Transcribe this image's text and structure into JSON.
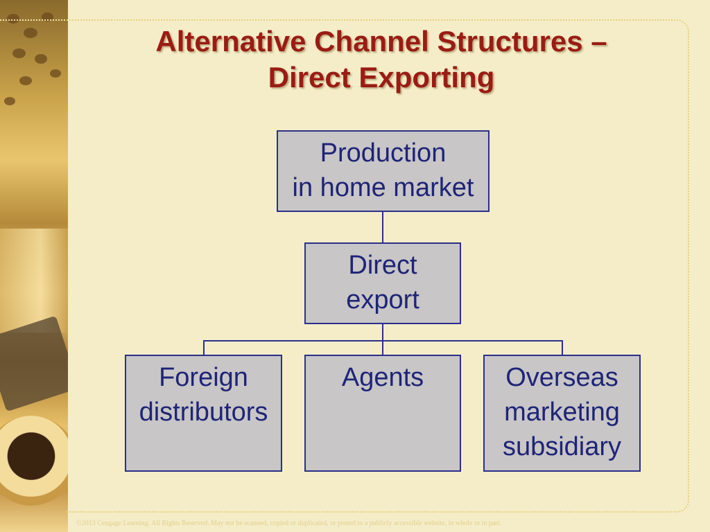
{
  "slide": {
    "title_line1": "Alternative Channel Structures –",
    "title_line2": "Direct Exporting",
    "footer": "©2013 Cengage Learning. All Rights Reserved. May not be scanned, copied or duplicated, or posted to a publicly accessible website, in whole or in part."
  },
  "diagram": {
    "root": {
      "lines": [
        "Production",
        "in home market"
      ]
    },
    "middle": {
      "lines": [
        "Direct",
        "export"
      ]
    },
    "children": [
      {
        "lines": [
          "Foreign",
          "distributors"
        ]
      },
      {
        "lines": [
          "Agents"
        ]
      },
      {
        "lines": [
          "Overseas",
          "marketing",
          "subsidiary"
        ]
      }
    ]
  },
  "colors": {
    "background": "#f4edc8",
    "title": "#9a1c14",
    "box_fill": "#c8c6c6",
    "box_border": "#2a2f8a",
    "box_text": "#1e2478"
  }
}
